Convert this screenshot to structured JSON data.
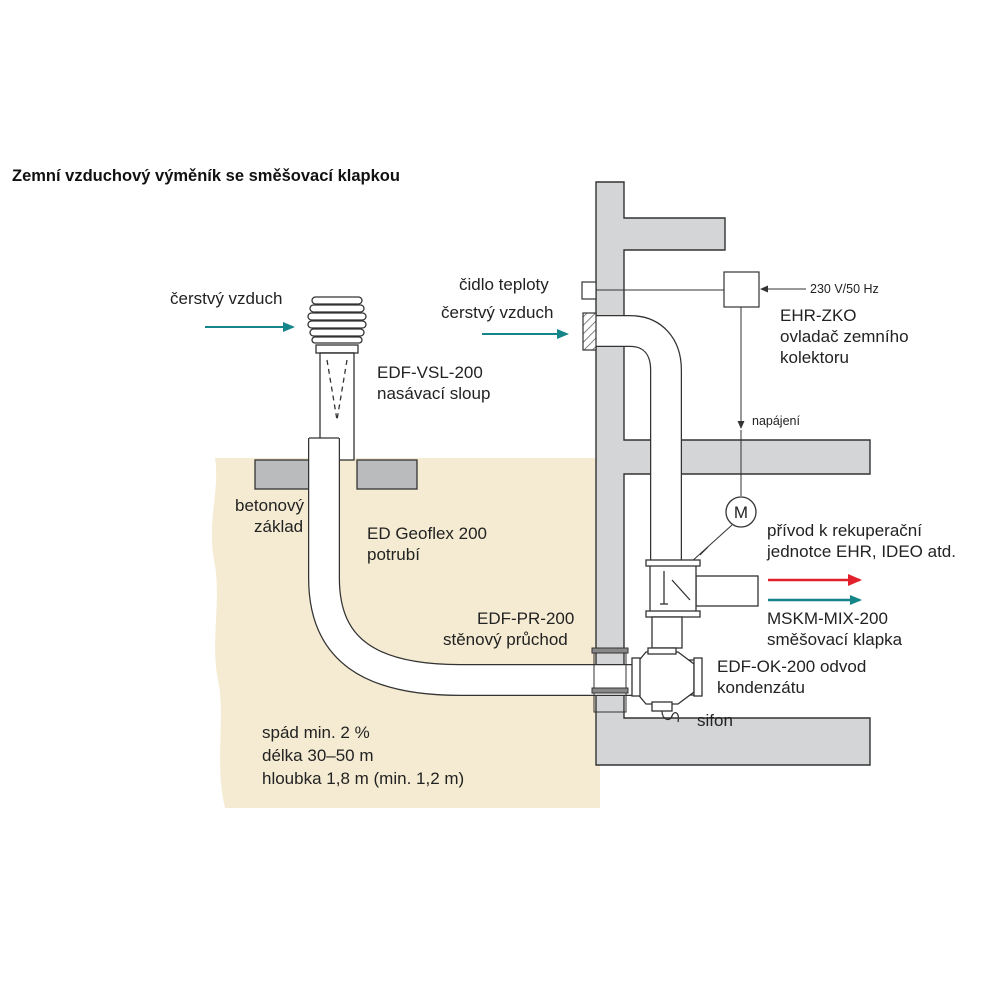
{
  "title": "Zemní vzduchový výměník se směšovací klapkou",
  "labels": {
    "fresh_air_left": "čerstvý vzduch",
    "fresh_air_right": "čerstvý vzduch",
    "temp_sensor": "čidlo teploty",
    "voltage": "230 V/50 Hz",
    "controller_code": "EHR-ZKO",
    "controller_desc_1": "ovladač zemního",
    "controller_desc_2": "kolektoru",
    "power": "napájení",
    "motor": "M",
    "column_code": "EDF-VSL-200",
    "column_desc": "nasávací sloup",
    "foundation_1": "betonový",
    "foundation_2": "základ",
    "pipe_code": "ED Geoflex 200",
    "pipe_desc": "potrubí",
    "wall_code": "EDF-PR-200",
    "wall_desc": "stěnový průchod",
    "supply_1": "přívod k rekuperační",
    "supply_2": "jednotce EHR, IDEO atd.",
    "mix_code": "MSKM-MIX-200",
    "mix_desc": "směšovací klapka",
    "condensate_1": "EDF-OK-200 odvod",
    "condensate_2": "kondenzátu",
    "siphon": "sifon",
    "slope": "spád min. 2 %",
    "length": "délka 30–50 m",
    "depth": "hloubka 1,8 m (min. 1,2 m)"
  },
  "colors": {
    "soil": "#f4ebd2",
    "wall": "#d3d5d6",
    "teal_arrow": "#14868a",
    "red_arrow": "#e2202c",
    "line": "#333333"
  }
}
